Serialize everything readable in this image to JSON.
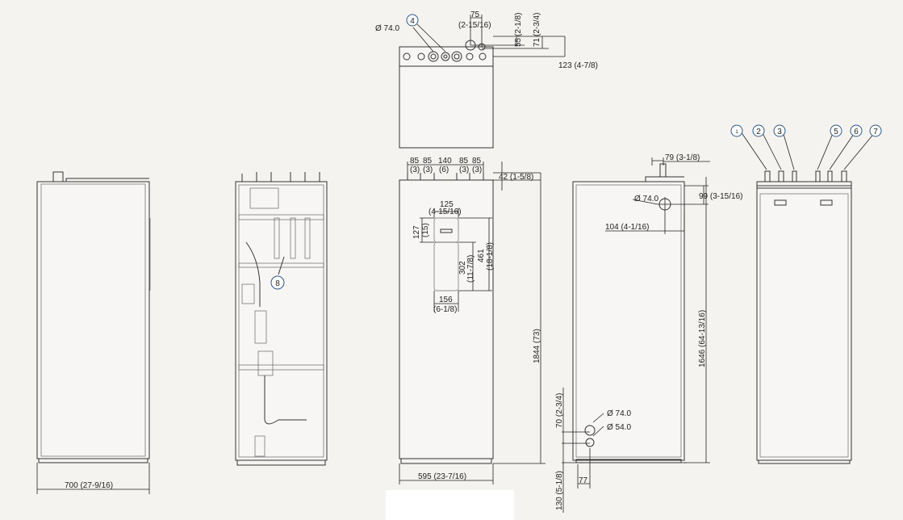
{
  "callouts": {
    "c1": "1",
    "c2": "2",
    "c3": "3",
    "c4": "4",
    "c5": "5",
    "c6": "6",
    "c7": "7",
    "c8": "8"
  },
  "side_view_left": {
    "width_dim": "700 (27-9/16)"
  },
  "top_view": {
    "diameter": "Ø 74.0",
    "d75": "75",
    "d75_in": "(2-15/16)",
    "d55": "55",
    "d55_in": "(2-1/8)",
    "d71": "71",
    "d71_in": "(2-3/4)",
    "d123": "123 (4-7/8)"
  },
  "front_view": {
    "spacing": [
      "85",
      "85",
      "140",
      "85",
      "85"
    ],
    "spacing_in": [
      "(3)",
      "(3)",
      "(6)",
      "(3)",
      "(3)"
    ],
    "d42": "42 (1-5/8)",
    "d125": "125",
    "d125_in": "(4-15/16)",
    "d127": "127",
    "d127_in": "(15)",
    "d302": "302",
    "d302_in": "(11-7/8)",
    "d461": "461",
    "d461_in": "(18-1/8)",
    "d156": "156",
    "d156_in": "(6-1/8)",
    "d1844": "1844 (73)",
    "width_dim": "595 (23-7/16)"
  },
  "side_view_right": {
    "d79": "79 (3-1/8)",
    "diameter_top": "Ø 74.0",
    "d99": "99 (3-15/16)",
    "d104": "104 (4-1/16)",
    "d1646": "1646 (64-13/16)",
    "d70": "70 (2-3/4)",
    "diameter_bottom_1": "Ø 74.0",
    "diameter_bottom_2": "Ø 54.0",
    "d130": "130 (5-1/8)",
    "d77": "77"
  }
}
